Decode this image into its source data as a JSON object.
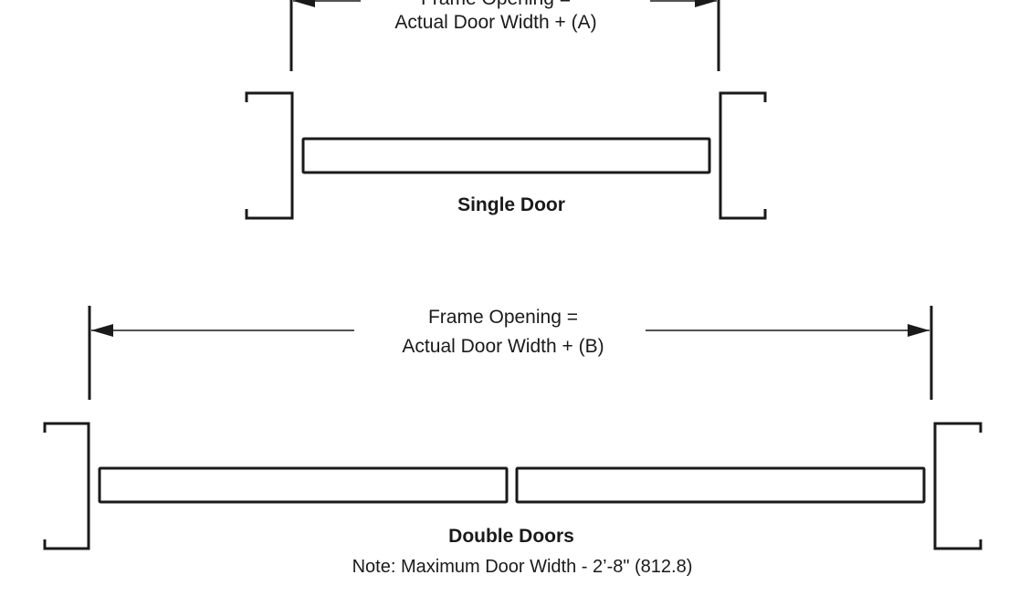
{
  "single": {
    "dimension_line1": "Frame Opening =",
    "dimension_line2": "Actual Door Width + (A)",
    "caption": "Single Door"
  },
  "double": {
    "dimension_line1": "Frame Opening =",
    "dimension_line2": "Actual Door Width + (B)",
    "caption": "Double Doors",
    "note": "Note:  Maximum Door Width - 2’-8\" (812.8)"
  }
}
